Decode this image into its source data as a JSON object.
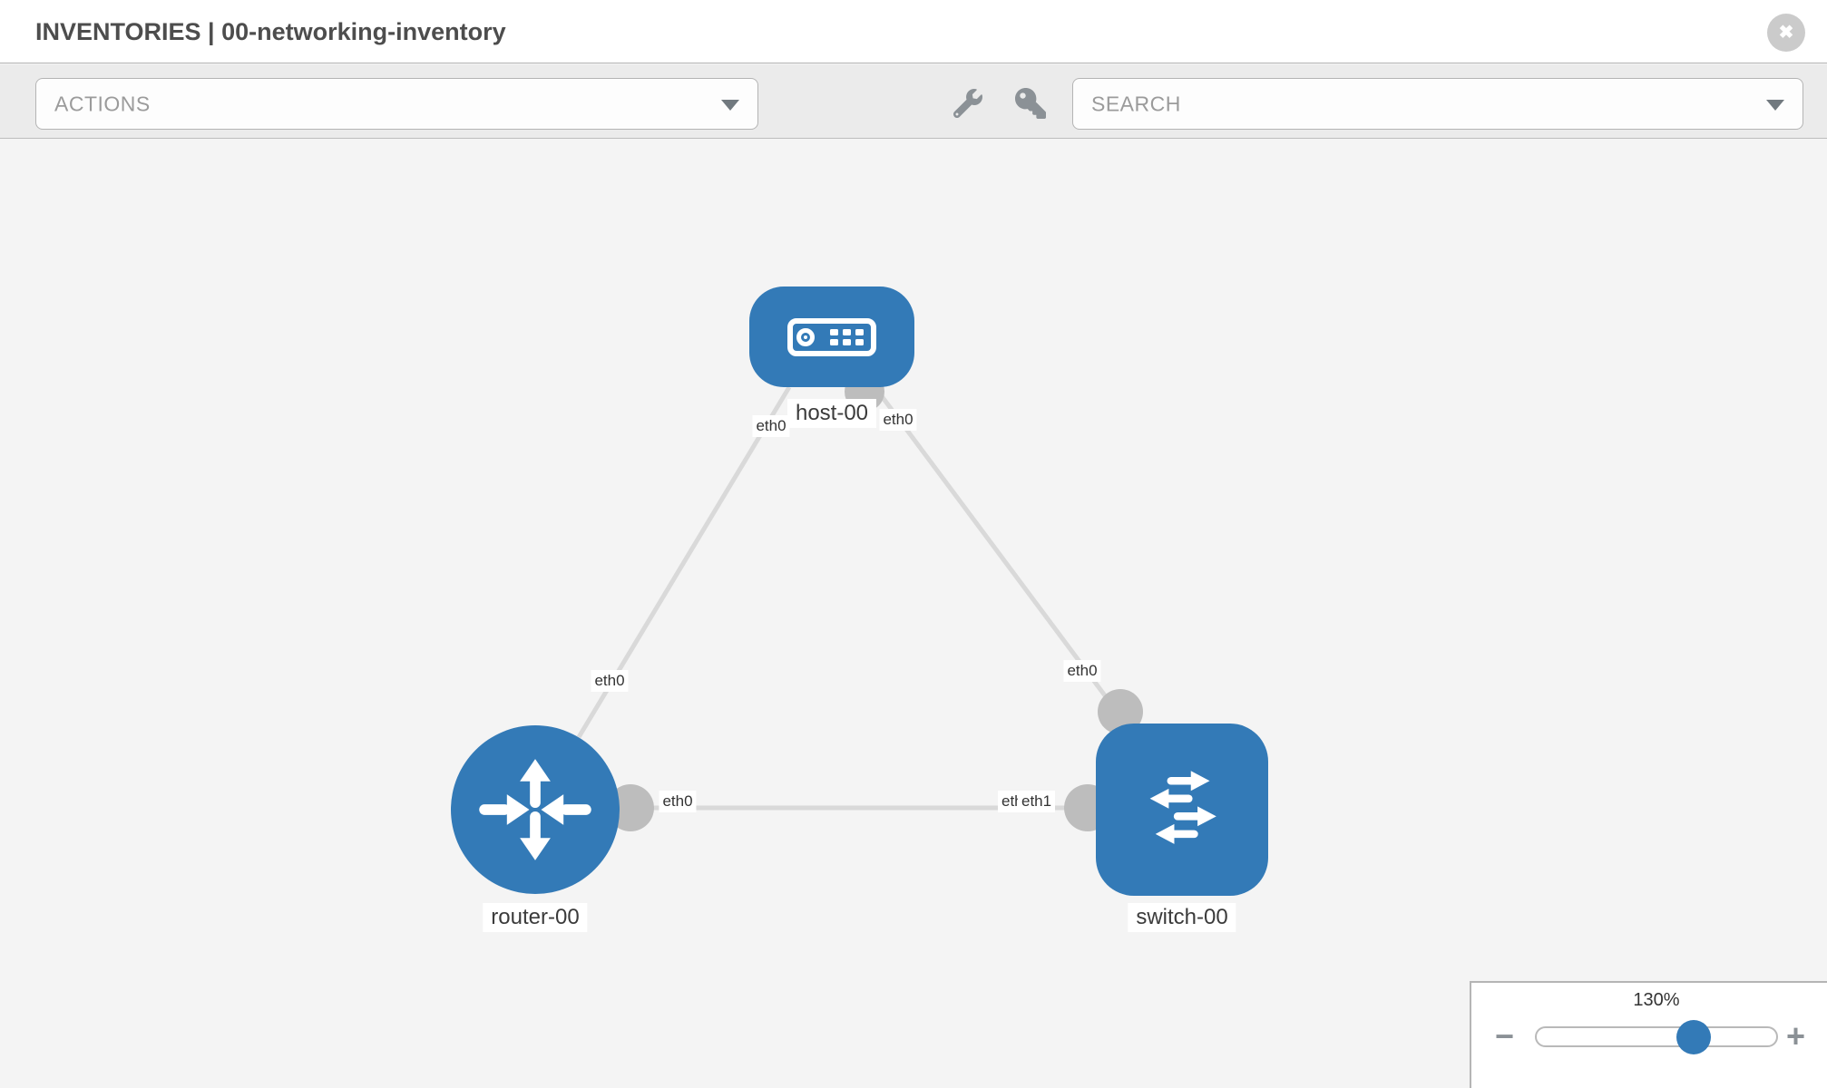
{
  "header": {
    "title": "INVENTORIES | 00-networking-inventory"
  },
  "toolbar": {
    "actions_label": "ACTIONS",
    "search_label": "SEARCH"
  },
  "icons": {
    "close": "✖",
    "minus": "−",
    "plus": "+"
  },
  "topology": {
    "nodes": [
      {
        "name": "host-00",
        "type": "host"
      },
      {
        "name": "router-00",
        "type": "router"
      },
      {
        "name": "switch-00",
        "type": "switch"
      }
    ],
    "links": [
      {
        "a": "host-00",
        "a_iface": "eth0",
        "b": "router-00",
        "b_iface": "eth0"
      },
      {
        "a": "host-00",
        "a_iface": "eth0",
        "b": "switch-00",
        "b_iface": "eth0"
      },
      {
        "a": "router-00",
        "a_iface": "eth0",
        "b": "switch-00",
        "b_iface": "eth1",
        "b_iface_overlapped": "eth0"
      }
    ]
  },
  "zoom_control": {
    "value": "130%"
  },
  "colors": {
    "node_blue": "#337ab7",
    "link_gray": "#d9d9d9",
    "interface_dot_gray": "#bdbdbd",
    "toolbar_bg": "#ebebeb",
    "canvas_bg": "#f4f4f4"
  }
}
